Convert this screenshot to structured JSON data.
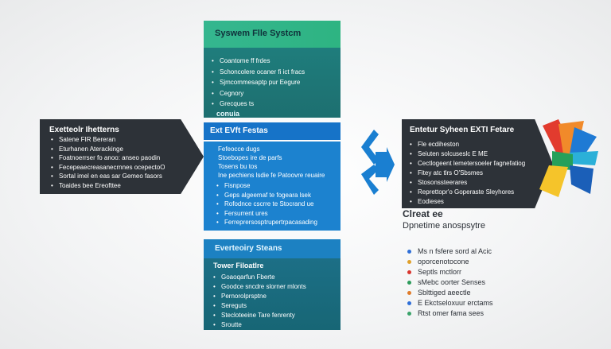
{
  "top_box": {
    "title": "Syswem Flle Systcm",
    "items": [
      "Coantome ff frdes",
      "Schoncolere ocaner fi ict fracs",
      "Sjmcommesaptp pur Eegure",
      "Cegnory",
      "Grecques ts"
    ],
    "subtitle": "conuia"
  },
  "mid_box": {
    "title": "Ext EVft Festas",
    "lines": [
      "Fefeocce dugs",
      "Stoebopes ire de parfs",
      "Tosens bu tos",
      "Ine pechiens lsdie fe Patoovre reuaire"
    ],
    "items": [
      "Fisnpose",
      "Geps algeemaf te fogeara lsek",
      "Rofodnce cscrre te Stocrand ue",
      "Fersurrent ures"
    ],
    "footer_items": [
      "Ferreprersosptrupertrpacasading"
    ]
  },
  "bottom_box": {
    "title": "Everteoiry Steans",
    "head": "Tower Filoatlre",
    "items": [
      "Goaoqarfun Fberte",
      "Goodce sncdre slorner mlonts",
      "Pernorolprsptne",
      "Sereguts",
      "Stecloteeine Tare fenrenty",
      "Sroutte"
    ]
  },
  "left_arrow": {
    "title": "Exetteolr Ihetterns",
    "items": [
      "Satene FIR Bereran",
      "Eturhanen Aterackinge",
      "Foatnoerrser fo anoo: anseo paodin",
      "Fecepeaecreasanecrnnes ocepectoO",
      "Sortal imel en eas sar Gemeo fasors",
      "Toaides bee Ereofttee"
    ]
  },
  "right_arrow": {
    "title": "Entetur Syheen EXTI Fetare",
    "items": [
      "Fle ecdiheston",
      "Seiuten solcuseslc E ME",
      "Cectlogeent lemetersoeler fagnefatiog",
      "Fitey atc tlrs O'Sbsmes",
      "Stosonssteerares",
      "Reprettopr'o Goperaste Sleyhores",
      "Eodieses"
    ]
  },
  "caption": {
    "line1": "Clreat ee",
    "line2": "Dpnetime anospsytre"
  },
  "right_list": [
    {
      "text": "Ms n fsfere sord al Acic",
      "color": "#2f6fd8"
    },
    {
      "text": "oporcenotocone",
      "color": "#e0a02a"
    },
    {
      "text": "Septls mctlorr",
      "color": "#d9352e"
    },
    {
      "text": "sMebc oorter Senses",
      "color": "#2c9b5a"
    },
    {
      "text": "Sblttiged aeectle",
      "color": "#e07b2a"
    },
    {
      "text": "E Ekctseloxuur erctams",
      "color": "#2f6fd8"
    },
    {
      "text": "Rtst omer fama sees",
      "color": "#3aa36a"
    }
  ],
  "colors": {
    "green": "#2eb482",
    "teal": "#1d6f70",
    "blue": "#1c82cf",
    "dark": "#2d3238",
    "arrow_blue": "#1a7fd1"
  },
  "logo_icon": "colorful-stacked-panels-icon"
}
